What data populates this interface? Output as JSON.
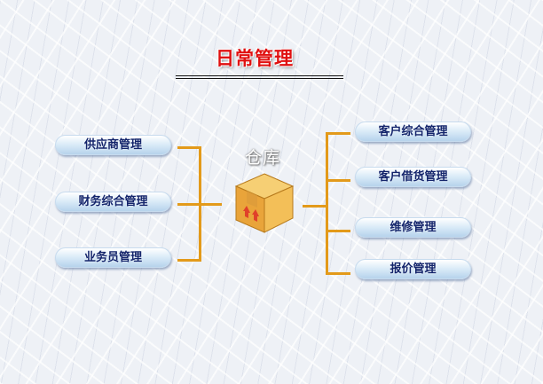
{
  "title": "日常管理",
  "center_label": "仓库",
  "left_items": [
    "供应商管理",
    "财务综合管理",
    "业务员管理"
  ],
  "right_items": [
    "客户综合管理",
    "客户借货管理",
    "维修管理",
    "报价管理"
  ],
  "colors": {
    "accent": "#e39a1a",
    "title": "#e01010",
    "button_text": "#13246b"
  }
}
